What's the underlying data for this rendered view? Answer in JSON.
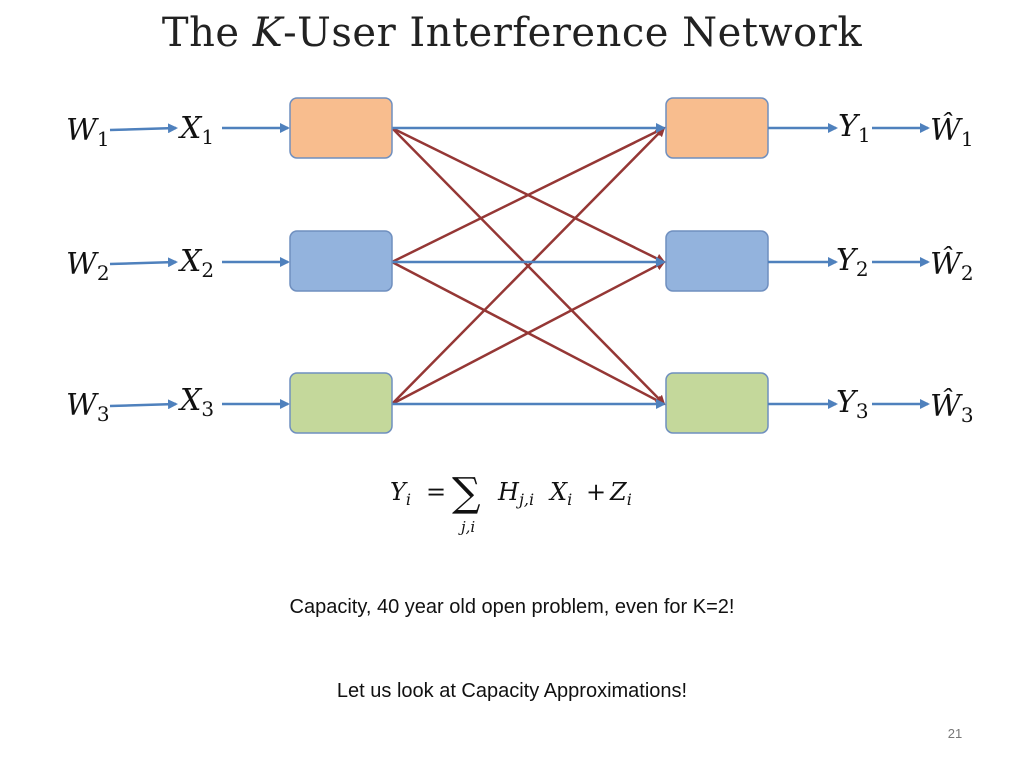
{
  "title": {
    "prefix": "The ",
    "italic": "K",
    "suffix": "-User Interference Network"
  },
  "inputs": [
    {
      "w": "W",
      "x": "X",
      "sub": "1"
    },
    {
      "w": "W",
      "x": "X",
      "sub": "2"
    },
    {
      "w": "W",
      "x": "X",
      "sub": "3"
    }
  ],
  "outputs": [
    {
      "y": "Y",
      "w_hat": "Ŵ",
      "sub": "1"
    },
    {
      "y": "Y",
      "w_hat": "Ŵ",
      "sub": "2"
    },
    {
      "y": "Y",
      "w_hat": "Ŵ",
      "sub": "3"
    }
  ],
  "colors": {
    "user1": "#f8bd8e",
    "user2": "#93b3dd",
    "user3": "#c4d89b",
    "direct_link": "#4f81bd",
    "cross_link": "#953735",
    "box_border": "#6f8fbf"
  },
  "equation": {
    "lhs": "Y",
    "lhs_sub": "i",
    "eq": "=",
    "sum": "∑",
    "sum_sub": "j,i",
    "h": "H",
    "h_sub": "j,i",
    "x": "X",
    "x_sub": "i",
    "plus": "+",
    "z": "Z",
    "z_sub": "i"
  },
  "captions": {
    "line1": "Capacity, 40 year old open problem, even for K=2!",
    "line2": "Let us look at Capacity Approximations!"
  },
  "page_number": "21"
}
